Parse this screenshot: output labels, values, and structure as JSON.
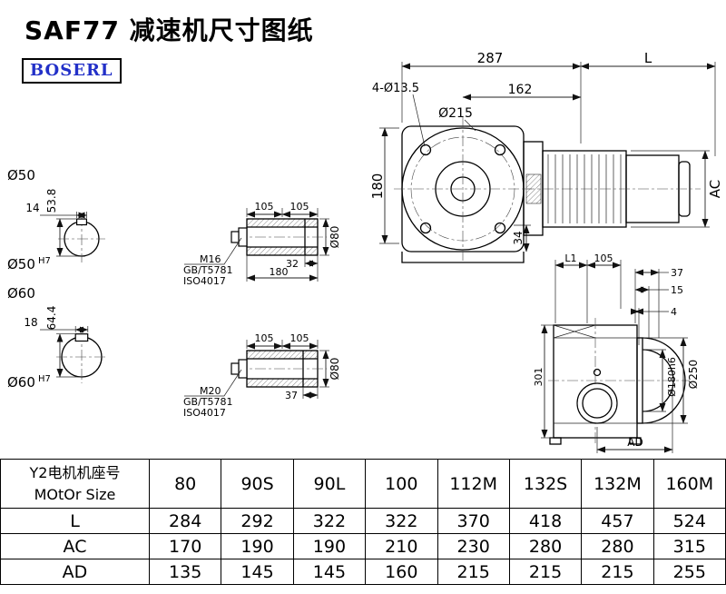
{
  "page": {
    "title": "SAF77 减速机尺寸图纸",
    "brand": "BOSERL"
  },
  "main_view": {
    "dim_width": "287",
    "dim_l": "L",
    "holes": "4-Ø13.5",
    "dim_162": "162",
    "flange_dia": "Ø215",
    "dim_180": "180",
    "dim_34": "34",
    "dim_ac": "AC"
  },
  "shaft_input_50": {
    "dia": "Ø50",
    "key_width": "14",
    "key_height": "53.8",
    "bore": "Ø50",
    "bore_tol": "H7"
  },
  "shaft_input_60": {
    "dia": "Ø60",
    "key_width": "18",
    "key_height": "64.4",
    "bore": "Ø60",
    "bore_tol": "H7"
  },
  "hollow_shaft_m16": {
    "dim_105_a": "105",
    "dim_105_b": "105",
    "thread": "M16",
    "std_gb": "GB/T5781",
    "std_iso": "ISO4017",
    "dim_32": "32",
    "dim_180": "180",
    "dia": "Ø80"
  },
  "hollow_shaft_m20": {
    "dim_105_a": "105",
    "dim_105_b": "105",
    "thread": "M20",
    "std_gb": "GB/T5781",
    "std_iso": "ISO4017",
    "dim_37": "37",
    "dia": "Ø80"
  },
  "side_view": {
    "dim_l1": "L1",
    "dim_105": "105",
    "dim_37": "37",
    "dim_15": "15",
    "dim_4": "4",
    "dim_301": "301",
    "shaft_dia": "Ø180h6",
    "flange_dia": "Ø250",
    "dim_ad": "AD"
  },
  "table": {
    "header_cn": "Y2电机机座号",
    "header_en": "MOtOr Size",
    "columns": [
      "80",
      "90S",
      "90L",
      "100",
      "112M",
      "132S",
      "132M",
      "160M"
    ],
    "rows": [
      {
        "label": "L",
        "values": [
          "284",
          "292",
          "322",
          "322",
          "370",
          "418",
          "457",
          "524"
        ]
      },
      {
        "label": "AC",
        "values": [
          "170",
          "190",
          "190",
          "210",
          "230",
          "280",
          "280",
          "315"
        ]
      },
      {
        "label": "AD",
        "values": [
          "135",
          "145",
          "145",
          "160",
          "215",
          "215",
          "215",
          "255"
        ]
      }
    ]
  }
}
